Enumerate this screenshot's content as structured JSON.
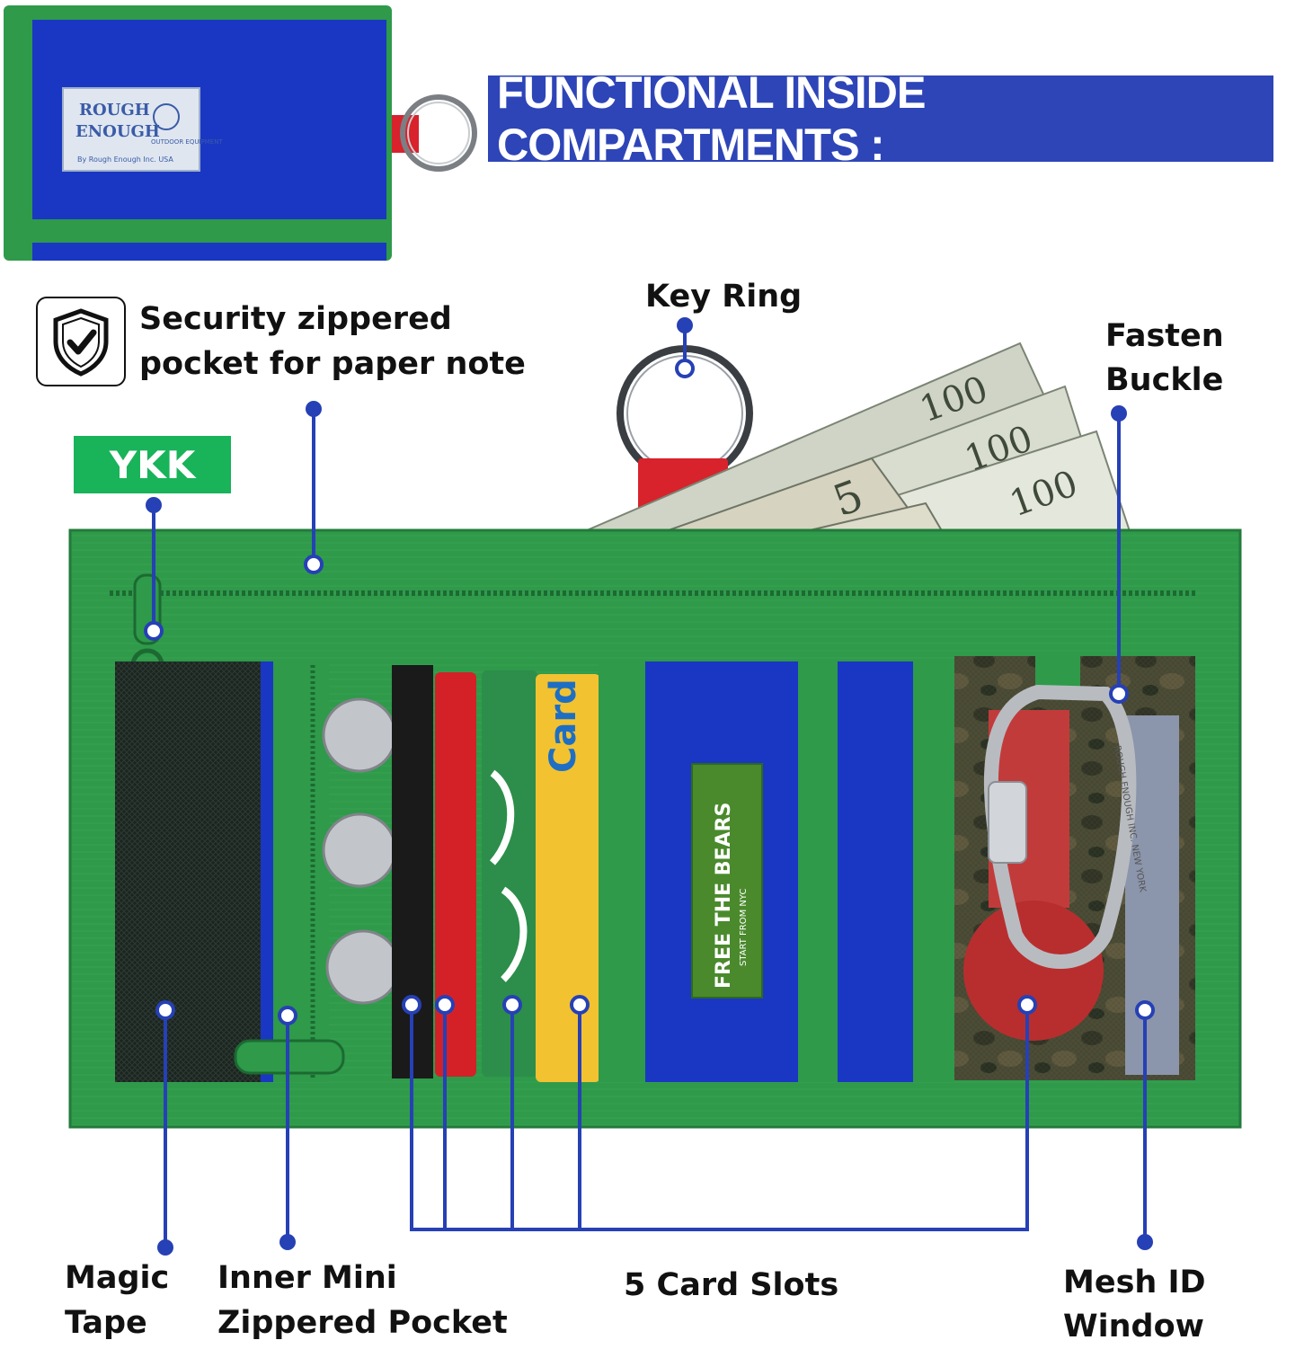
{
  "colors": {
    "banner": "#2e45b8",
    "leader": "#2640b5",
    "wallet_green": "#2e9a4a",
    "wallet_blue": "#1a37c4",
    "ykk_badge": "#19b35a",
    "tab_red": "#d8222c"
  },
  "icons": [
    "shield-check-icon",
    "key-ring-icon"
  ],
  "banner": {
    "title": "FUNCTIONAL INSIDE COMPARTMENTS :"
  },
  "brand": {
    "patch_line1": "ROUGH",
    "patch_line2": "ENOUGH",
    "patch_small": "OUTDOOR EQUIPMENT",
    "patch_footer": "By Rough Enough Inc. USA",
    "label_main": "FREE THE BEARS",
    "label_sub": "START FROM NYC",
    "carabiner_text": "ROUGH ENOUGH INC. NEW YORK"
  },
  "ykk": {
    "text": "YKK"
  },
  "bills": {
    "denomination_1": "100",
    "denomination_2": "5"
  },
  "card": {
    "text": "Card"
  },
  "labels": {
    "security_line1": "Security zippered",
    "security_line2": "pocket for paper note",
    "key_ring": "Key Ring",
    "fasten_line1": "Fasten",
    "fasten_line2": "Buckle",
    "magic_line1": "Magic",
    "magic_line2": "Tape",
    "inner_line1": "Inner Mini",
    "inner_line2": "Zippered Pocket",
    "card_slots": "5 Card Slots",
    "mesh_line1": "Mesh ID",
    "mesh_line2": "Window"
  }
}
